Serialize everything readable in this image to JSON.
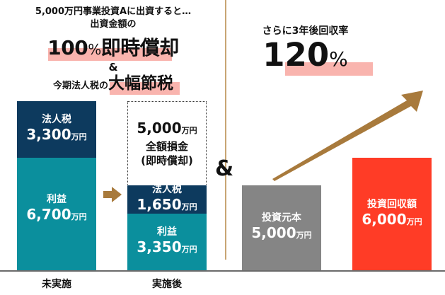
{
  "left_header": {
    "line1": "5,000万円事業投資Aに出資すると…",
    "line2": "出資金額の",
    "highlight1_main": "100",
    "highlight1_pct": "%",
    "highlight1_rest": "即時償却",
    "ampersand": "&",
    "line5_prefix": "今期法人税の",
    "highlight2": "大幅節税"
  },
  "right_header": {
    "line1": "さらに3年後回収率",
    "value": "120",
    "pct": "%"
  },
  "middle_ampersand": "&",
  "colors": {
    "navy": "#0d3a5e",
    "teal": "#0b8f9d",
    "gray": "#858585",
    "red": "#ff3c26",
    "highlight": "#f9b4ae",
    "arrow": "#a87a3c",
    "divider": "#c8a574"
  },
  "bars": {
    "before": {
      "label": "未実施",
      "tax": {
        "label": "法人税",
        "value": "3,300",
        "unit": "万円"
      },
      "profit": {
        "label": "利益",
        "value": "6,700",
        "unit": "万円"
      }
    },
    "after": {
      "label": "実施後",
      "writeoff": {
        "value": "5,000",
        "unit": "万円",
        "line2": "全額損金",
        "line3": "(即時償却)"
      },
      "tax": {
        "label": "法人税",
        "value": "1,650",
        "unit": "万円"
      },
      "profit": {
        "label": "利益",
        "value": "3,350",
        "unit": "万円"
      }
    },
    "principal": {
      "label": "投資元本",
      "value": "5,000",
      "unit": "万円"
    },
    "recovery": {
      "label": "投資回収額",
      "value": "6,000",
      "unit": "万円"
    }
  },
  "chart_data": [
    {
      "type": "bar",
      "title": "5,000万円事業投資Aに出資すると… 出資金額の100%即時償却 & 今期法人税の大幅節税",
      "categories": [
        "未実施",
        "実施後"
      ],
      "stacked": true,
      "unit": "万円",
      "series": [
        {
          "name": "利益",
          "values": [
            6700,
            3350
          ],
          "color": "#0b8f9d"
        },
        {
          "name": "法人税",
          "values": [
            3300,
            1650
          ],
          "color": "#0d3a5e"
        },
        {
          "name": "全額損金(即時償却)",
          "values": [
            0,
            5000
          ],
          "style": "dotted-outline"
        }
      ],
      "xlabel": "",
      "ylabel": "",
      "ylim": [
        0,
        10000
      ],
      "grid": false,
      "legend": "none"
    },
    {
      "type": "bar",
      "title": "さらに3年後回収率 120%",
      "categories": [
        "投資元本",
        "投資回収額"
      ],
      "values": [
        5000,
        6000
      ],
      "colors": [
        "#858585",
        "#ff3c26"
      ],
      "unit": "万円",
      "annotations": [
        "upward arrow from 投資元本 to 投資回収額",
        "回収率 120%"
      ],
      "xlabel": "",
      "ylabel": "",
      "grid": false,
      "legend": "none"
    }
  ]
}
